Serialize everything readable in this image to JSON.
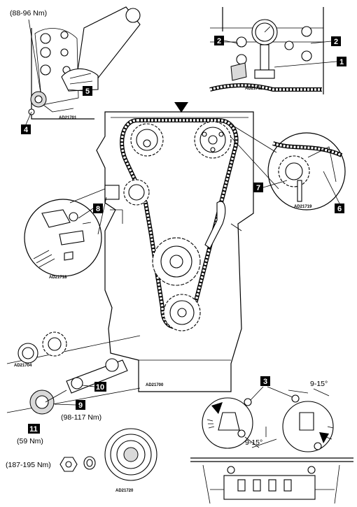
{
  "torque_labels": {
    "top_left": "(88-96 Nm)",
    "crank_nut": "(98-117 Nm)",
    "sprocket_bolt": "(59 Nm)",
    "pulley_nut": "(187-195 Nm)"
  },
  "angle_labels": {
    "right": "9-15°",
    "left": "9-15°"
  },
  "figure_codes": {
    "top_left": "AD21701",
    "top_right": "AD21711",
    "tensioner_right": "AD21719",
    "tensioner_left": "AD21718",
    "main": "AD21700",
    "crank_sprocket": "AD21704",
    "pulley": "AD21720"
  },
  "callouts": {
    "c1": "1",
    "c2a": "2",
    "c2b": "2",
    "c3": "3",
    "c4": "4",
    "c5": "5",
    "c6": "6",
    "c7": "7",
    "c8": "8",
    "c9": "9",
    "c10": "10",
    "c11": "11"
  }
}
